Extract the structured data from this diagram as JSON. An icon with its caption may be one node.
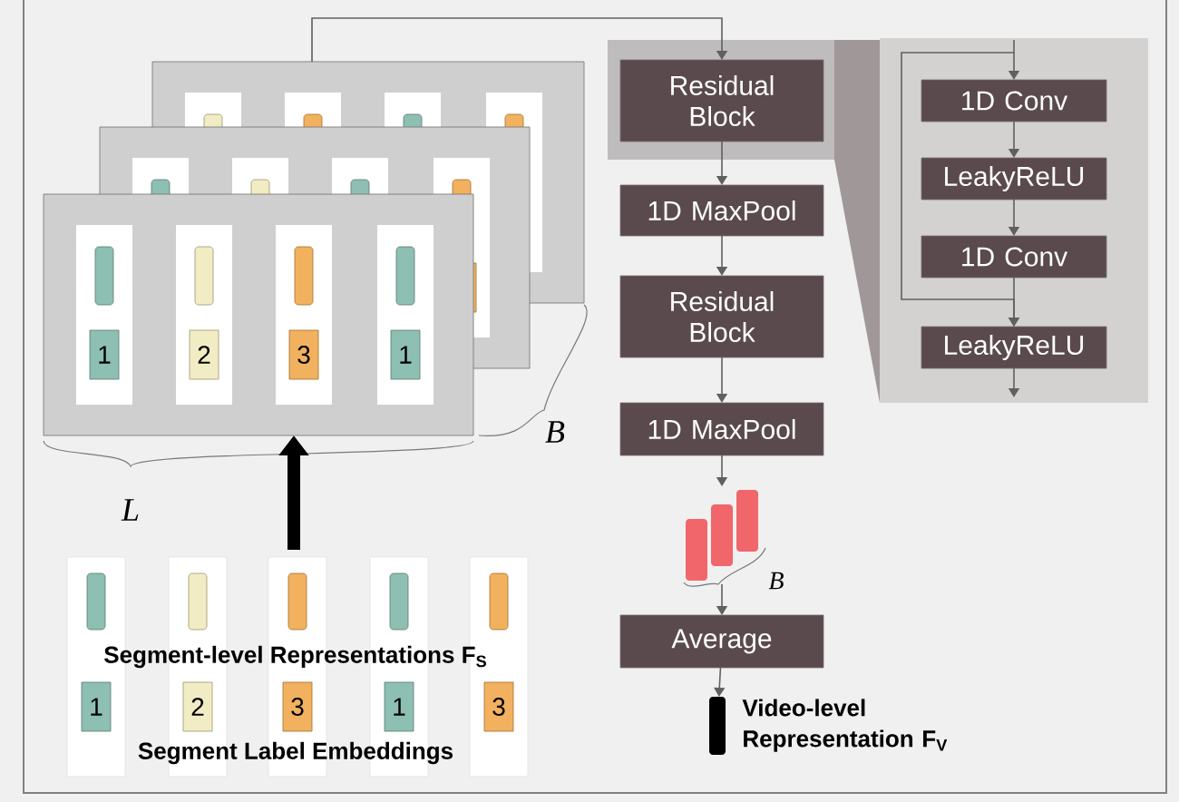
{
  "diagram": {
    "nodes": [
      {
        "text": [],
        "shape": "box"
      },
      {
        "text": [],
        "shape": "box"
      },
      {
        "text": [],
        "shape": "box"
      },
      {
        "text": [
          "1"
        ],
        "in": 2
      },
      {
        "text": [
          "2"
        ],
        "in": 2
      },
      {
        "text": [
          "3"
        ],
        "in": 2
      },
      {
        "text": [
          "1"
        ],
        "in": 2
      },
      {
        "text": [
          "Residual Block"
        ]
      },
      {
        "text": [
          "1D MaxPool"
        ]
      },
      {
        "text": [
          "Residual Block"
        ]
      },
      {
        "text": [
          "1D MaxPool"
        ]
      },
      {
        "text": [],
        "shape": "bar"
      },
      {
        "text": [
          "Average"
        ]
      },
      {
        "text": [],
        "shape": "bar",
        "beside": [
          "Video-level Representation F$_{V}$"
        ]
      },
      {
        "text": [],
        "shape": "box"
      },
      {
        "text": [
          "1D Conv"
        ],
        "in": 14
      },
      {
        "text": [
          "LeakyReLU"
        ],
        "in": 14
      },
      {
        "text": [
          "1D Conv"
        ],
        "in": 14
      },
      {
        "text": [
          "LeakyReLU"
        ],
        "in": 14
      },
      {
        "text": [
          "1"
        ]
      },
      {
        "text": [
          "2"
        ]
      },
      {
        "text": [
          "3"
        ]
      },
      {
        "text": [
          "1"
        ]
      },
      {
        "text": [
          "3"
        ]
      }
    ],
    "edges": [
      {
        "from": 0,
        "to": 7,
        "arrow": "to"
      },
      {
        "from": 7,
        "to": 8,
        "arrow": "to"
      },
      {
        "from": 8,
        "to": 9,
        "arrow": "to"
      },
      {
        "from": 9,
        "to": 10,
        "arrow": "to"
      },
      {
        "from": 10,
        "to": 11,
        "arrow": "to"
      },
      {
        "from": 11,
        "to": 12,
        "arrow": "to"
      },
      {
        "from": 12,
        "to": 13,
        "arrow": "to"
      },
      {
        "from": null,
        "to": 15,
        "arrow": "to"
      },
      {
        "from": 15,
        "to": 16,
        "arrow": "to"
      },
      {
        "from": 16,
        "to": 17,
        "arrow": "to"
      },
      {
        "from": 17,
        "to": 18,
        "arrow": "to"
      },
      {
        "from": 18,
        "to": null,
        "arrow": "to"
      },
      {
        "from": null,
        "to": 18,
        "arrow": "to"
      },
      {
        "from": null,
        "to": 2,
        "arrow": "to",
        "style": "thick",
        "color": "#000000"
      }
    ],
    "labels": [
      "B",
      "L",
      "B",
      "Segment-level Representations F$_{S}$",
      "Segment Label Embeddings"
    ]
  }
}
